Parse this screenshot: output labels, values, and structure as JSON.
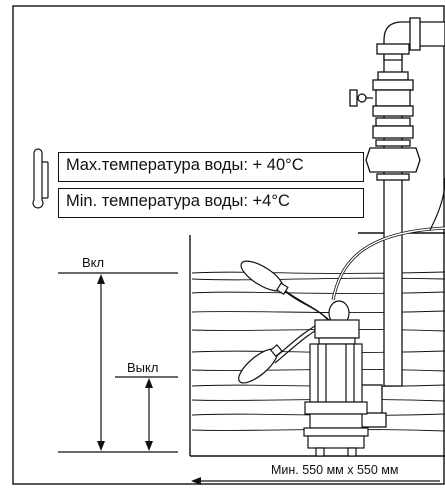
{
  "labels": {
    "max_temp": "Max.температура воды: + 40°C",
    "min_temp": "Min. температура воды: +4°C",
    "on_level": "Вкл",
    "off_level": "Выкл",
    "min_pit": "Мин. 550 мм х 550 мм"
  },
  "colors": {
    "line": "#111111",
    "background": "#ffffff"
  },
  "icons": {
    "thermometer": "thermometer-icon"
  }
}
